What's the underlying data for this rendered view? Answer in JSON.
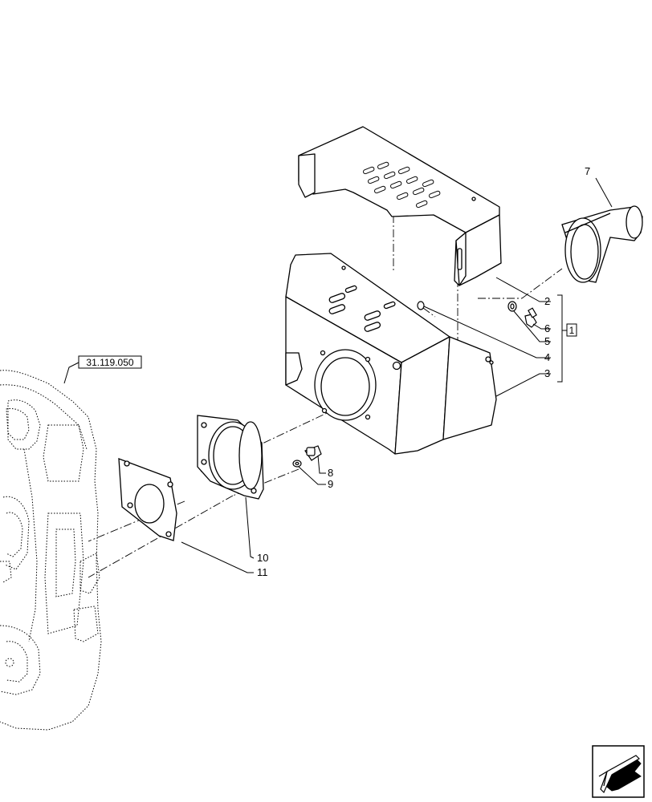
{
  "diagram": {
    "reference": "31.119.050",
    "group_label": "1",
    "callouts": {
      "c1": "1",
      "c2": "2",
      "c3": "3",
      "c4": "4",
      "c5": "5",
      "c6": "6",
      "c7": "7",
      "c8": "8",
      "c9": "9",
      "c10": "10",
      "c11": "11"
    },
    "nav_icon": "next-page-arrow-icon"
  }
}
